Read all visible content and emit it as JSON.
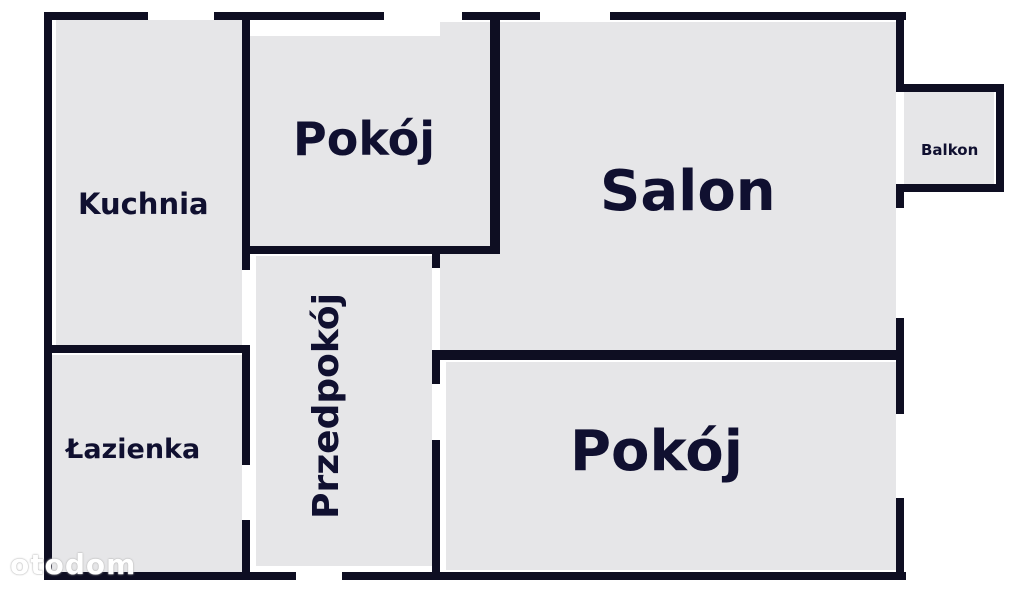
{
  "floorplan": {
    "rooms": {
      "kitchen": "Kuchnia",
      "room_top": "Pokój",
      "living_room": "Salon",
      "balcony": "Balkon",
      "hallway": "Przedpokój",
      "bathroom": "Łazienka",
      "room_bottom": "Pokój"
    },
    "colors": {
      "wall": "#0e0e22",
      "floor": "#e6e6e8",
      "text": "#101030"
    }
  },
  "watermark": {
    "logo_text": "otodom"
  }
}
